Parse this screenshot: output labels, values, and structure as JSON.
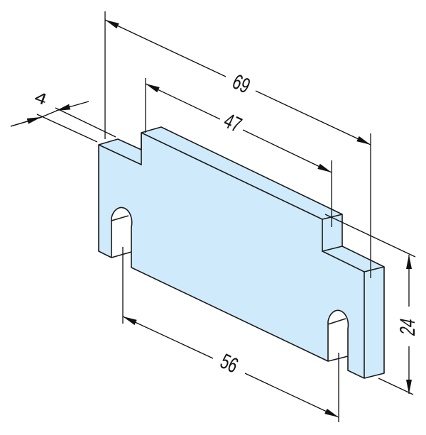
{
  "drawing": {
    "fill_color": "#cfeafb",
    "line_color": "#1a1a1a",
    "dimensions": {
      "overall_length": "69",
      "inner_length": "47",
      "slot_spacing": "56",
      "height": "24",
      "thickness": "4"
    }
  }
}
